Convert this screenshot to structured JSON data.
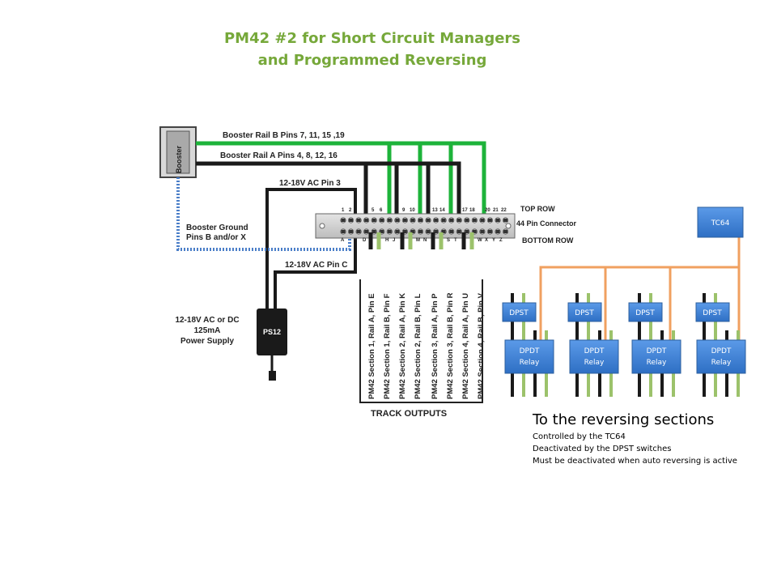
{
  "title": {
    "line1": "PM42 #2 for Short Circuit Managers",
    "line2": "and Programmed Reversing"
  },
  "booster": {
    "label": "Booster",
    "rail_b": "Booster Rail B  Pins 7, 11, 15 ,19",
    "rail_a": "Booster Rail A  Pins 4, 8, 12, 16",
    "ground_line1": "Booster Ground",
    "ground_line2": "Pins B and/or X"
  },
  "ac": {
    "pin3": "12-18V AC Pin 3",
    "pinc": "12-18V AC Pin C"
  },
  "power_supply": {
    "label": "PS12",
    "desc_line1": "12-18V AC or DC",
    "desc_line2": "125mA",
    "desc_line3": "Power Supply"
  },
  "connector": {
    "top_row": "TOP ROW",
    "name": "44 Pin Connector",
    "bottom_row": "BOTTOM ROW",
    "top_numbers": [
      "1",
      "2",
      "5",
      "6",
      "9",
      "10",
      "13",
      "14",
      "17",
      "18",
      "20",
      "21",
      "22"
    ],
    "bottom_letters": [
      "A",
      "D",
      "H",
      "J",
      "M",
      "N",
      "S",
      "T",
      "W",
      "X",
      "Y",
      "Z"
    ]
  },
  "track_outputs": {
    "heading": "TRACK OUTPUTS",
    "labels": [
      "PM42 Section 1, Rail A, Pin E",
      "PM42 Section 1, Rail B, Pin F",
      "PM42 Section 2, Rail A, Pin K",
      "PM42 Section 2, Rail B, Pin L",
      "PM42 Section 3, Rail A, Pin P",
      "PM42 Section 3, Rail B, Pin R",
      "PM42 Section 4, Rail A, Pin U",
      "PM42 Section 4, Rail B, Pin V"
    ]
  },
  "controller": {
    "label": "TC64"
  },
  "switches": {
    "dpst_label": "DPST",
    "relay_line1": "DPDT",
    "relay_line2": "Relay"
  },
  "reversing": {
    "heading": "To the reversing sections",
    "lines": [
      "Controlled by the TC64",
      "Deactivated by the DPST switches",
      "Must be deactivated when auto reversing is active"
    ]
  },
  "colors": {
    "title_green": "#76a83a",
    "rail_b_green": "#1db33a",
    "rail_a_black": "#1a1a1a",
    "ground_blue": "#4a7ec8",
    "control_orange": "#f0a060",
    "box_blue": "#3d7fd6",
    "light_green_wire": "#9cc26b"
  }
}
